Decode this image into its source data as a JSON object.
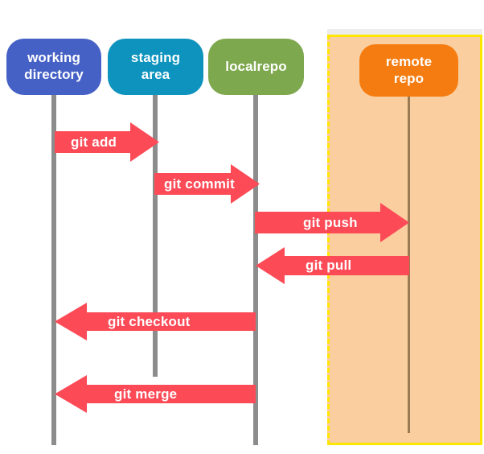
{
  "diagram": {
    "title": "git workflow diagram",
    "background": "#ffffff",
    "arrow_color": "#FC4B57",
    "lifeline_color": "#8c8c8c"
  },
  "remote_region": {
    "name": "remote-area",
    "fill": "#FACE9E",
    "border": "#FFE600"
  },
  "nodes": [
    {
      "id": "working-directory",
      "label": "working\ndirectory",
      "line1": "working",
      "line2": "directory",
      "color": "#4661C6"
    },
    {
      "id": "staging-area",
      "label": "staging\narea",
      "line1": "staging",
      "line2": "area",
      "color": "#0D93BD"
    },
    {
      "id": "localrepo",
      "label": "localrepo",
      "line1": "localrepo",
      "line2": "",
      "color": "#7EA84E"
    },
    {
      "id": "remote-repo",
      "label": "remote\nrepo",
      "line1": "remote",
      "line2": "repo",
      "color": "#F57C10"
    }
  ],
  "arrows": [
    {
      "id": "git-add",
      "label": "git add",
      "direction": "right",
      "from": "working-directory",
      "to": "staging-area",
      "color": "#FC4B57"
    },
    {
      "id": "git-commit",
      "label": "git commit",
      "direction": "right",
      "from": "staging-area",
      "to": "localrepo",
      "color": "#FC4B57"
    },
    {
      "id": "git-push",
      "label": "git push",
      "direction": "right",
      "from": "localrepo",
      "to": "remote-repo",
      "color": "#FC4B57"
    },
    {
      "id": "git-pull",
      "label": "git pull",
      "direction": "left",
      "from": "remote-repo",
      "to": "localrepo",
      "color": "#FC4B57"
    },
    {
      "id": "git-checkout",
      "label": "git checkout",
      "direction": "left",
      "from": "localrepo",
      "to": "working-directory",
      "color": "#FC4B57"
    },
    {
      "id": "git-merge",
      "label": "git merge",
      "direction": "left",
      "from": "localrepo",
      "to": "working-directory",
      "color": "#FC4B57"
    }
  ]
}
